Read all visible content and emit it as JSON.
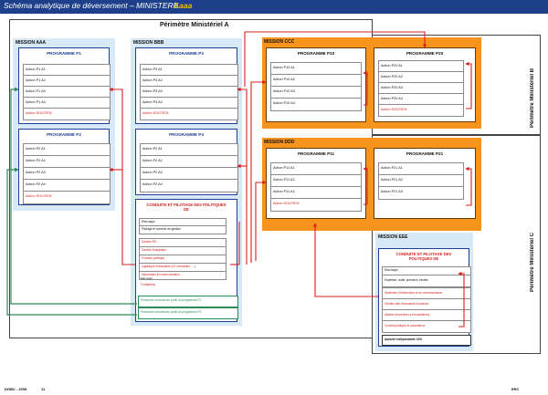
{
  "header": {
    "title": "Schéma analytique de déversement – MINISTERE",
    "highlight": "Aaaa"
  },
  "perimeters": {
    "a": "Périmètre Ministériel A",
    "b": "Périmètre Ministériel B",
    "c": "Périmètre Ministériel C"
  },
  "missions": {
    "aaa": "MISSION AAA",
    "bbb": "MISSION BBB",
    "ccc": "MISSION CCC",
    "ddd": "MISSION DDD",
    "eee": "MISSION EEE"
  },
  "programs": {
    "p1": {
      "title": "PROGRAMME P1",
      "actions": [
        "Action P1 A1",
        "Action P1 A2",
        "Action P1 A3",
        "Action P1 A4",
        "Action SOUTIEN"
      ]
    },
    "p2": {
      "title": "PROGRAMME P2",
      "actions": [
        "Action P2 A1",
        "Action P2 A2",
        "Action P2 A3",
        "Action P2 A4",
        "Action SOUTIEN"
      ]
    },
    "p3": {
      "title": "PROGRAMME P3",
      "actions": [
        "Action P3 A1",
        "Action P3 A2",
        "Action P3 A3",
        "Action P3 A4",
        "Action SOUTIEN"
      ]
    },
    "p4": {
      "title": "PROGRAMME P4",
      "actions": [
        "Action P2 A1",
        "Action P2 A2",
        "Action P2 A3",
        "Action P2 A4"
      ]
    },
    "p10": {
      "title": "PROGRAMME P10",
      "actions": [
        "Action P10 A1",
        "Action P10 A2",
        "Action P10 A3",
        "Action P10 A4"
      ]
    },
    "p20": {
      "title": "PROGRAMME P20",
      "actions": [
        "Action P20 A1",
        "Action P20 A2",
        "Action P20 A3",
        "Action P20 A4",
        "Action SOUTIEN"
      ]
    },
    "p11": {
      "title": "PROGRAMME P11",
      "actions": [
        "Action P11 A1",
        "Action P11 A2",
        "Action P11 A3",
        "Action SOUTIEN"
      ]
    },
    "p21": {
      "title": "PROGRAMME P21",
      "actions": [
        "Action P21 A1",
        "Action P21 A2",
        "Action P21 A3"
      ]
    }
  },
  "cp_bbb": {
    "title": "CONDUITE ET PILOTAGE DES POLITIQUES DE",
    "items": [
      "Etat-major",
      "Pilotage et contrôle de gestion",
      "Gestion RH",
      "Gestion budgétaire",
      "Fonction juridique",
      "Logistique immobilière (SI, immobilier, …)",
      "Information et communication",
      "Formations"
    ],
    "extra": "Etat-major"
  },
  "green_items": [
    "Personnel oeuvrant au profit du programme P1",
    "Personnel oeuvrant au profit du programme P2"
  ],
  "cp_eee": {
    "title": "CONDUITE ET PILOTAGE DES POLITIQUES DE",
    "items": [
      "Etat-major",
      "Expertise, audit, prévision, études",
      "Systèmes d'information et de communication",
      "Gestion des ressources humaines",
      "Affaires financières et immobilières",
      "Conseil juridique et contentieux"
    ],
    "autorite": "Autorité indépendante XXX"
  },
  "footer": {
    "left": "DGBC - 2008",
    "mid": "11",
    "right": "ERC"
  },
  "colors": {
    "header_bg": "#1e3f8a",
    "header_highlight": "#f2c200",
    "mission_blue": "#d7e9f7",
    "mission_orange": "#f7941d",
    "program_border": "#1f3e96",
    "arrow_red": "#d4201c",
    "arrow_green": "#2e8b57"
  }
}
